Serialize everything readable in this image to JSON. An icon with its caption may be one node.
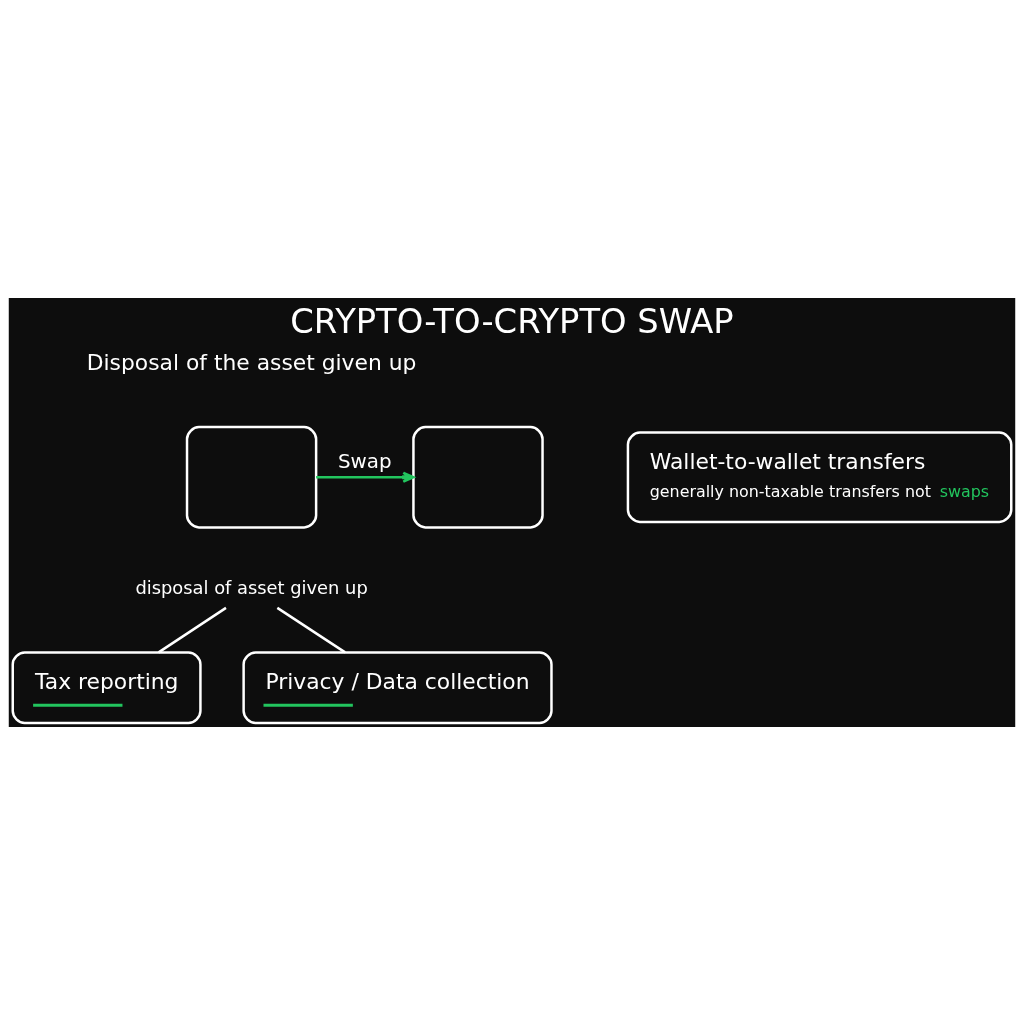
{
  "diagram": {
    "title": "CRYPTO-TO-CRYPTO SWAP",
    "nodes": [
      {
        "text": [],
        "shape": "wallet"
      },
      {
        "text": [],
        "shape": "wallet"
      },
      {
        "text": [
          "disposal of asset given up"
        ]
      },
      {
        "text": [
          "Wallet-to-wallet transfers",
          "generally non-taxable transfers not swaps"
        ]
      },
      {
        "text": [
          "Tax reporting"
        ]
      },
      {
        "text": [
          "Privacy / Data collection"
        ]
      }
    ],
    "edges": [
      {
        "from": 0,
        "to": 1,
        "arrow": "to",
        "label": "Swap",
        "color": "#22c55e"
      },
      {
        "from": 2,
        "to": 4,
        "arrow": "none"
      },
      {
        "from": 2,
        "to": 5,
        "arrow": "none"
      }
    ],
    "labels": [
      "Disposal of the asset given up"
    ]
  }
}
